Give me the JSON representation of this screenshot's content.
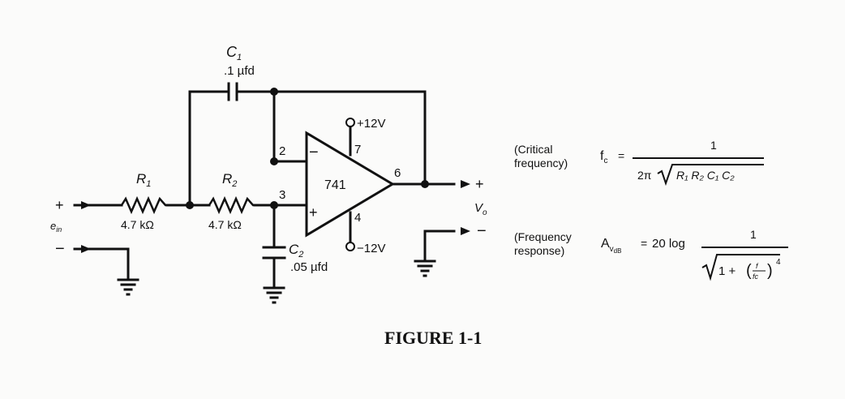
{
  "components": {
    "c1": {
      "name": "C",
      "sub": "1",
      "value": ".1 µfd"
    },
    "c2": {
      "name": "C",
      "sub": "2",
      "value": ".05 µfd"
    },
    "r1": {
      "name": "R",
      "sub": "1",
      "value": "4.7 kΩ"
    },
    "r2": {
      "name": "R",
      "sub": "2",
      "value": "4.7 kΩ"
    },
    "opamp": {
      "model": "741",
      "pin2": "2",
      "pin3": "3",
      "pin6": "6",
      "pin7": "7",
      "pin4": "4",
      "minus": "−",
      "plus": "+"
    },
    "supply_pos": "+12V",
    "supply_neg": "−12V"
  },
  "terminals": {
    "in_plus": "+",
    "in_minus": "−",
    "in_label": "e",
    "in_sub": "in",
    "out_plus": "+",
    "out_minus": "−",
    "out_label": "V",
    "out_sub": "o"
  },
  "equations": {
    "critical": {
      "label_line1": "(Critical",
      "label_line2": "frequency)",
      "lhs": "f",
      "lhs_sub": "c",
      "equals": "=",
      "numerator": "1",
      "denominator": "2π",
      "radicand": "R₁ R₂ C₁ C₂"
    },
    "response": {
      "label_line1": "(Frequency",
      "label_line2": "response)",
      "lhs": "A",
      "lhs_sub": "v",
      "lhs_subsub": "dB",
      "equals": "=",
      "rhs": "20 log",
      "numerator": "1",
      "den_one": "1 +",
      "frac_num": "f",
      "frac_den": "fc",
      "exponent": "4"
    }
  },
  "caption": "FIGURE 1-1"
}
